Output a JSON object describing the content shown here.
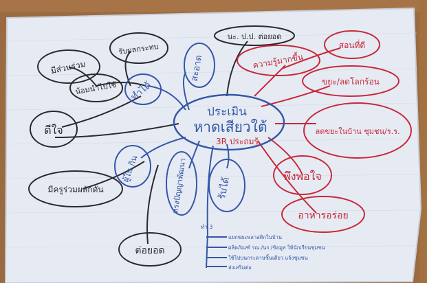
{
  "center": {
    "title_line1": "ประเมิน",
    "title_line2": "หาดเสียวใต้",
    "subtitle": "3R ประถมรู้"
  },
  "branches": {
    "blue": [
      "สะอาด",
      "ทำได้",
      "ผู้ใน กิน",
      "ทรงปัญญาพัฒนา",
      "รับได้"
    ],
    "black": [
      "มีส่วนร่วม",
      "รับผลกระทบ",
      "น้อมนำไปใช้",
      "ดีใจ",
      "มีครูร่วมผลักดัน",
      "ต่อยอด",
      "นะ. ป.ป. ต่อยอด"
    ],
    "red": [
      "ความรู้มากขึ้น",
      "สอนที่ดี",
      "ขยะ/ลดโลกร้อน",
      "ลดขยะในบ้าน ชุมชน/ร.ร.",
      "พึงพอใจ",
      "อาหารอร่อย"
    ]
  },
  "notes": {
    "header": "ทำ 3",
    "lines": [
      "แยกขยะพลาสติกในบ้าน",
      "ผลิตภัณฑ์ รณ./นร./ข้อมูล ให้นักเรียนชุมชน",
      "ใช้ไปบนกระดาษชิ้นเดียว แจ้งชุมชน",
      "ส่งเสริมต่อ"
    ]
  },
  "colors": {
    "background_wall": "#9a6a40",
    "paper": "#e6ebf3",
    "blue_ink": "#3557a8",
    "black_ink": "#2a2a2e",
    "red_ink": "#c8283a"
  }
}
